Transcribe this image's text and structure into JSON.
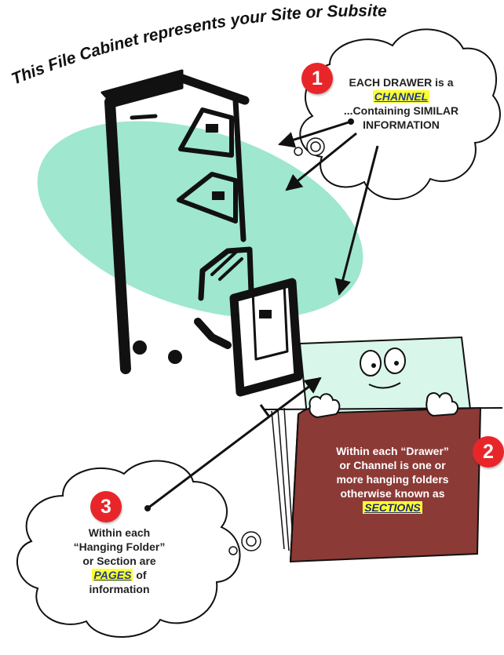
{
  "title": "This File Cabinet represents your Site or Subsite",
  "callouts": [
    {
      "number": "1",
      "line1": "EACH DRAWER is a",
      "keyword": "CHANNEL",
      "line2": "...Containing SIMILAR",
      "line3": "INFORMATION"
    },
    {
      "number": "2",
      "line1": "Within each “Drawer”",
      "line2": "or Channel is one or",
      "line3": "more hanging folders",
      "line4": "otherwise known as",
      "keyword": "SECTIONS"
    },
    {
      "number": "3",
      "line1": "Within each",
      "line2": "“Hanging Folder”",
      "line3": "or Section are",
      "keyword": "PAGES",
      "keyword_suffix": " of",
      "line4": "information"
    }
  ],
  "colors": {
    "ellipse": "#9fe7cf",
    "folder_back": "#d8f6ea",
    "folder_front": "#8c3a36",
    "badge": "#e8262a",
    "keyword_highlight": "#ffff33",
    "keyword_text": "#1e3c8c"
  }
}
